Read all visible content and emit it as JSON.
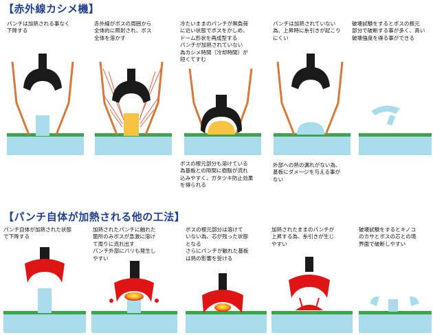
{
  "section1": {
    "title": "【赤外線カシメ機】",
    "captions": [
      "パンチは加熱される事なく\n下降する",
      "赤外線がボスの周囲から\n全体的に照射され、ボス\n全体を溶かす",
      "冷たいままのパンチが無負荷\nに近い状態でボスをかしめ、\nドーム形状を再成型する\nパンチが加熱されていない\n為カシメ時間（冷却時間）が\n短くてすむ",
      "パンチは加熱されていない\n為、上昇時に糸引きが起こり\nにくい",
      "破壊試験をするとボスの根元\n部分で破断する事が多く、高い\n破壊強度を得る事ができる"
    ],
    "captions_below": [
      "ボスの根元部分も溶けている\n為基板との隙間に樹脂が流れ\n込みやすく、ガタツキ防止効果\nを得られる",
      "外部への熱の漏れがない為、\n基板にダメージを与える事が\nない"
    ]
  },
  "section2": {
    "title": "【パンチ自体が加熱される他の工法】",
    "captions": [
      "パンチ自体が加熱された状態\nで下降する",
      "加熱されたパンチに触れた\n箇所のみボスが急激に溶け\nて周りに流れ出す\nパンチ外部にバリも発生し\nやすい",
      "ボスの根元部分は溶けて\nいない為、芯が残った状態\nとなる\nさらにパンチが触れた基板\nは熱の影響を受ける",
      "加熱されたままのパンチが\n上昇する為、糸引きが生じ\nやすい",
      "破壊試験をするとキノコ\nのカサとボスの芯との境\n界面で破断しやすい"
    ]
  },
  "colors": {
    "title": "#1f3f8f",
    "boss": "#a8dcea",
    "board": "#3fa34d",
    "punch_black": "#1a1a1a",
    "punch_red": "#e01414",
    "melt": "#f5c542",
    "reflector": "#d5793a"
  }
}
